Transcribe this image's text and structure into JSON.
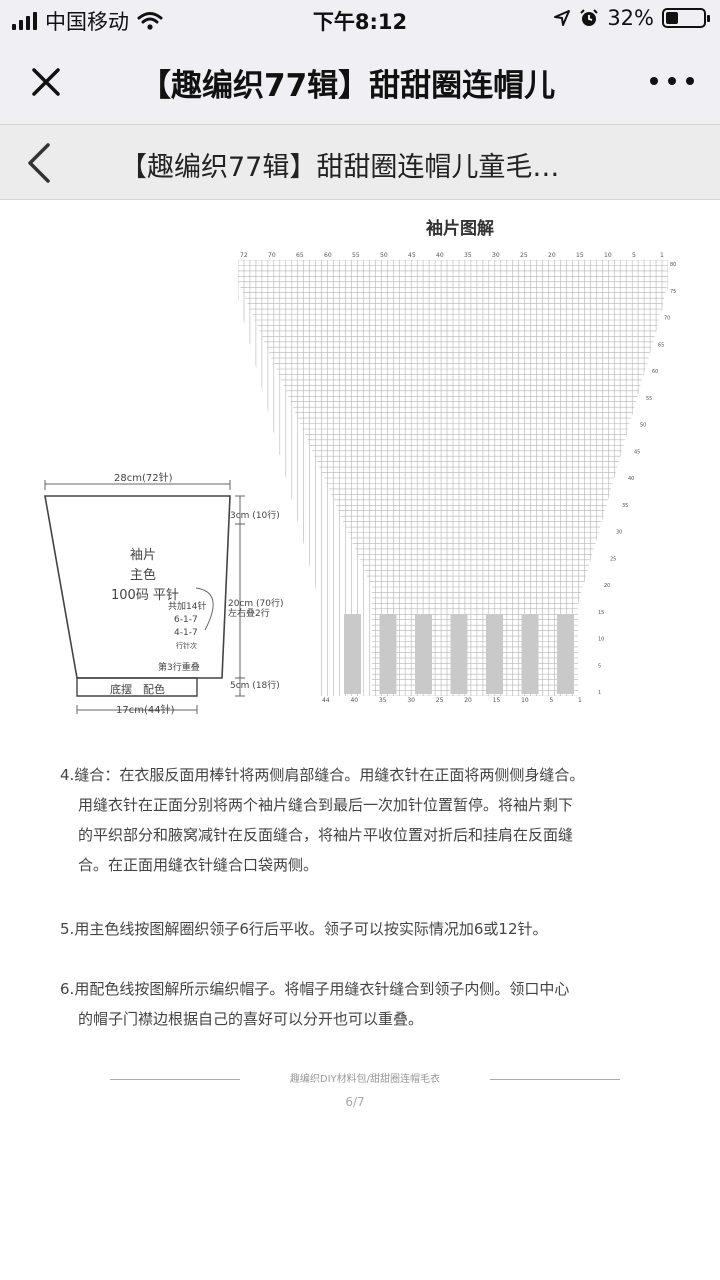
{
  "status_bar": {
    "carrier": "中国移动",
    "time": "下午8:12",
    "battery_percent": "32%",
    "battery_level": 0.32
  },
  "nav": {
    "title": "【趣编织77辑】甜甜圈连帽儿",
    "close_icon": "close-icon",
    "more_icon": "more-icon"
  },
  "sub_nav": {
    "title": "【趣编织77辑】甜甜圈连帽儿童毛…",
    "back_icon": "back-icon"
  },
  "diagram": {
    "title": "袖片图解",
    "top_numbers": [
      "72",
      "70",
      "65",
      "60",
      "55",
      "50",
      "45",
      "40",
      "35",
      "30",
      "25",
      "20",
      "15",
      "10",
      "5",
      "1"
    ],
    "bottom_numbers": [
      "44",
      "40",
      "35",
      "30",
      "25",
      "20",
      "15",
      "10",
      "5",
      "1"
    ],
    "row_numbers": [
      "80",
      "75",
      "70",
      "65",
      "60",
      "55",
      "50",
      "45",
      "40",
      "35",
      "30",
      "25",
      "20",
      "15",
      "10",
      "5",
      "1"
    ]
  },
  "schematic": {
    "top_width": "28cm(72针)",
    "bottom_width": "17cm(44针)",
    "top_height": "3cm (10行)",
    "mid_height": "20cm (70行)",
    "mid_note": "左右叠2行",
    "bottom_height": "5cm (18行)",
    "piece_name": "袖片",
    "color_main": "主色",
    "needle": "100码 平针",
    "increase_total": "共加14针",
    "increase_1": "6-1-7",
    "increase_2": "4-1-7",
    "increase_3": "行针次",
    "third_row": "第3行重叠",
    "hem_label": "底摆",
    "hem_color": "配色"
  },
  "instructions": [
    {
      "num": "4.",
      "lines": [
        "缝合：在衣服反面用棒针将两侧肩部缝合。用缝衣针在正面将两侧侧身缝合。",
        "用缝衣针在正面分别将两个袖片缝合到最后一次加针位置暂停。将袖片剩下",
        "的平织部分和腋窝减针在反面缝合，将袖片平收位置对折后和挂肩在反面缝",
        "合。在正面用缝衣针缝合口袋两侧。"
      ]
    },
    {
      "num": "5.",
      "lines": [
        "用主色线按图解圈织领子6行后平收。领子可以按实际情况加6或12针。"
      ]
    },
    {
      "num": "6.",
      "lines": [
        "用配色线按图解所示编织帽子。将帽子用缝衣针缝合到领子内侧。领口中心",
        "的帽子门襟边根据自己的喜好可以分开也可以重叠。"
      ]
    }
  ],
  "footer": {
    "text": "趣编织DIY材料包/甜甜圈连帽毛衣",
    "page": "6/7"
  }
}
